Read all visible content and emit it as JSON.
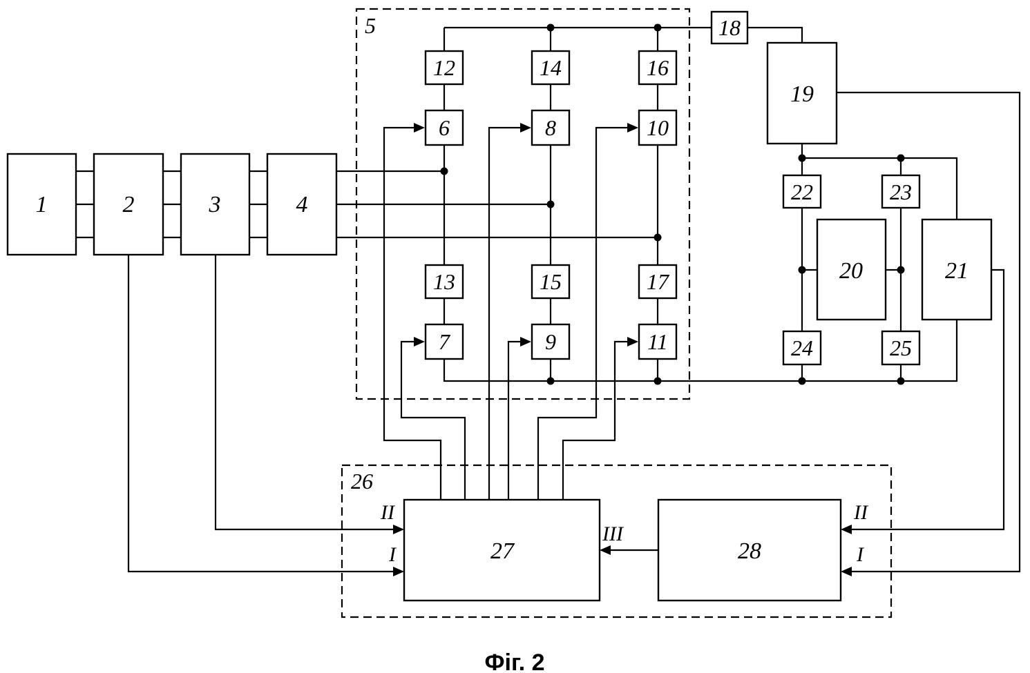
{
  "figure": {
    "caption": "Фіг. 2",
    "blocks": {
      "b1": "1",
      "b2": "2",
      "b3": "3",
      "b4": "4",
      "g5": "5",
      "b6": "6",
      "b7": "7",
      "b8": "8",
      "b9": "9",
      "b10": "10",
      "b11": "11",
      "b12": "12",
      "b13": "13",
      "b14": "14",
      "b15": "15",
      "b16": "16",
      "b17": "17",
      "b18": "18",
      "b19": "19",
      "b20": "20",
      "b21": "21",
      "b22": "22",
      "b23": "23",
      "b24": "24",
      "b25": "25",
      "g26": "26",
      "b27": "27",
      "b28": "28"
    },
    "ports": {
      "p27_II": "II",
      "p27_I": "I",
      "p27_III": "III",
      "p28_II": "II",
      "p28_I": "I"
    }
  }
}
